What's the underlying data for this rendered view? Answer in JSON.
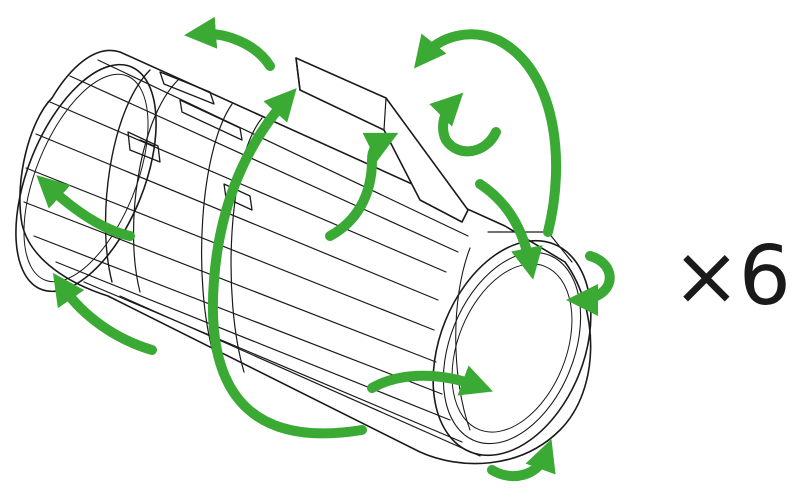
{
  "instruction": {
    "quantity_label": "×6"
  },
  "colors": {
    "arrow": "#3aaa35",
    "line": "#1a1a1a",
    "background": "#ffffff"
  },
  "icons": {
    "part": "cylindrical-clip-part",
    "arrows": "rotation-arrow"
  }
}
